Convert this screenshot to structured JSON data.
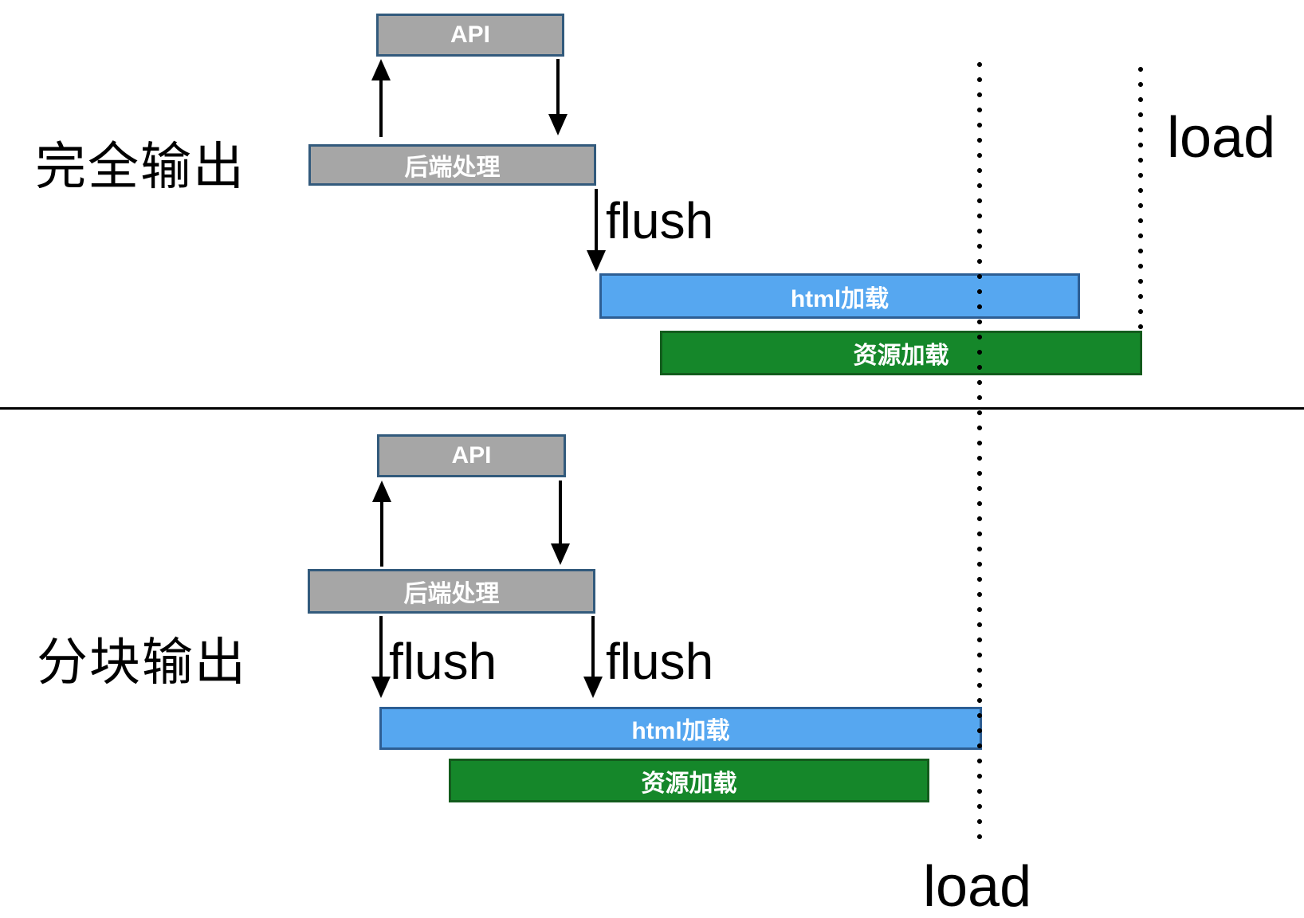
{
  "colors": {
    "box_gray": "#a6a6a6",
    "box_gray_border": "#325a7c",
    "box_blue": "#56a7f0",
    "box_blue_border": "#2d5e94",
    "box_green": "#15872a",
    "box_green_border": "#135c1d",
    "arrow_black": "#000000",
    "label_black": "#000000",
    "box_text_white": "#ffffff"
  },
  "top": {
    "title": "完全输出",
    "api": "API",
    "backend": "后端处理",
    "flush": "flush",
    "html": "html加载",
    "resource": "资源加载",
    "load": "load"
  },
  "bottom": {
    "title": "分块输出",
    "api": "API",
    "backend": "后端处理",
    "flush1": "flush",
    "flush2": "flush",
    "html": "html加载",
    "resource": "资源加载",
    "load": "load"
  }
}
